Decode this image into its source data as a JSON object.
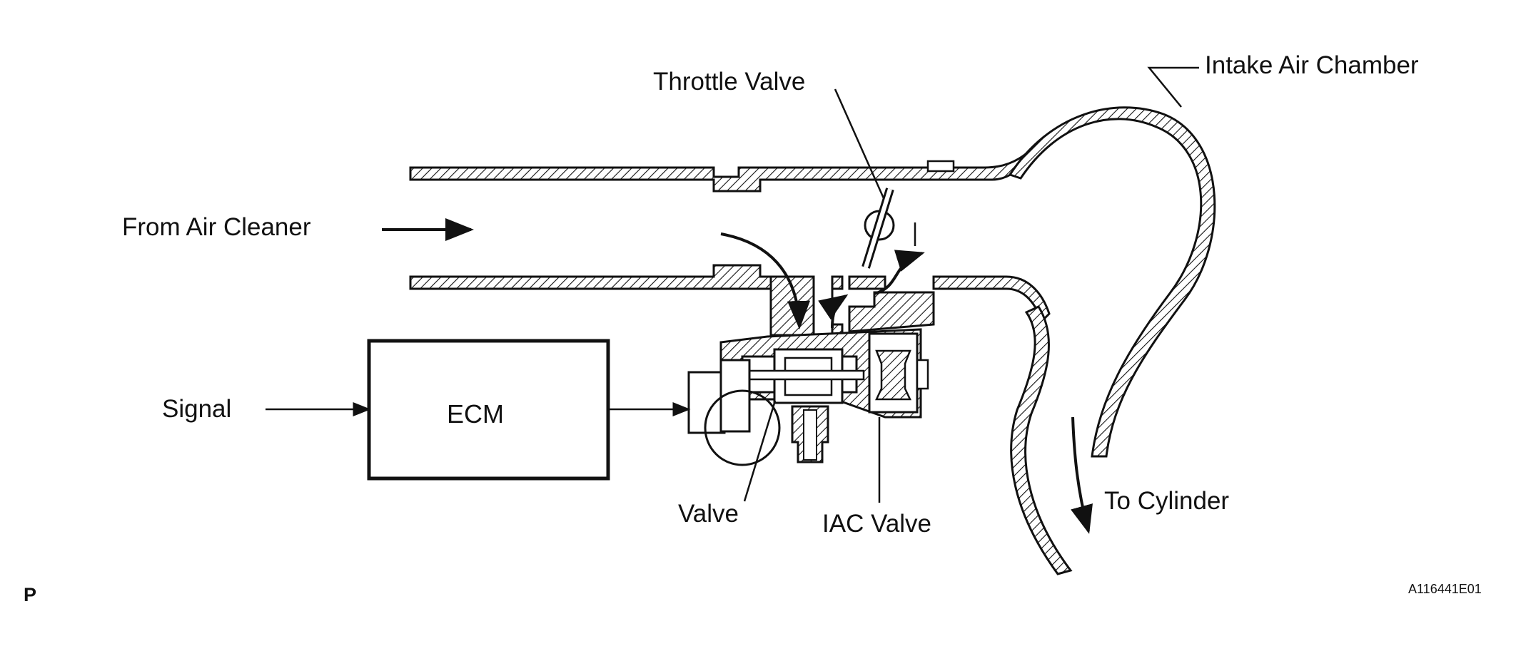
{
  "diagram": {
    "labels": {
      "throttle_valve": "Throttle Valve",
      "intake_air_chamber": "Intake Air Chamber",
      "from_air_cleaner": "From Air Cleaner",
      "signal": "Signal",
      "ecm": "ECM",
      "valve": "Valve",
      "iac_valve": "IAC Valve",
      "to_cylinder": "To Cylinder"
    },
    "page_mark": "P",
    "figure_code": "A116441E01"
  }
}
